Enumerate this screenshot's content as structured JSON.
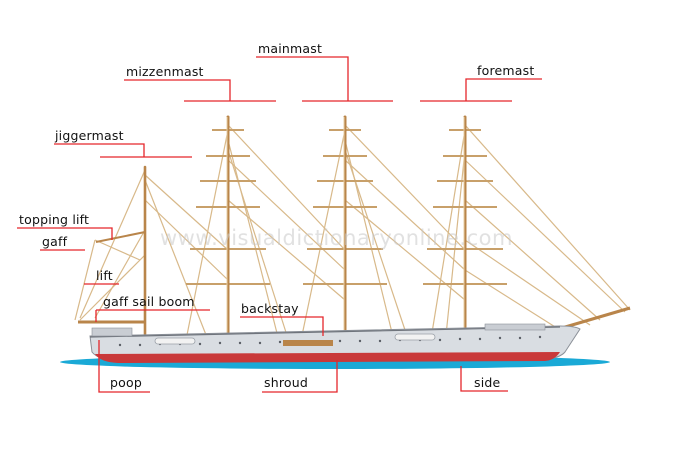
{
  "labels": {
    "mainmast": "mainmast",
    "mizzenmast": "mizzenmast",
    "foremast": "foremast",
    "jiggermast": "jiggermast",
    "topping_lift": "topping lift",
    "gaff": "gaff",
    "lift": "lift",
    "gaff_sail_boom": "gaff sail boom",
    "backstay": "backstay",
    "poop": "poop",
    "shroud": "shroud",
    "side": "side"
  },
  "watermark": "www.visualdictionaryonline.com",
  "colors": {
    "leader": "#e5262b",
    "hull": "#d9dde2",
    "mast": "#b9854a",
    "rigging": "#d8b98a",
    "water": "#1aa9d6"
  }
}
